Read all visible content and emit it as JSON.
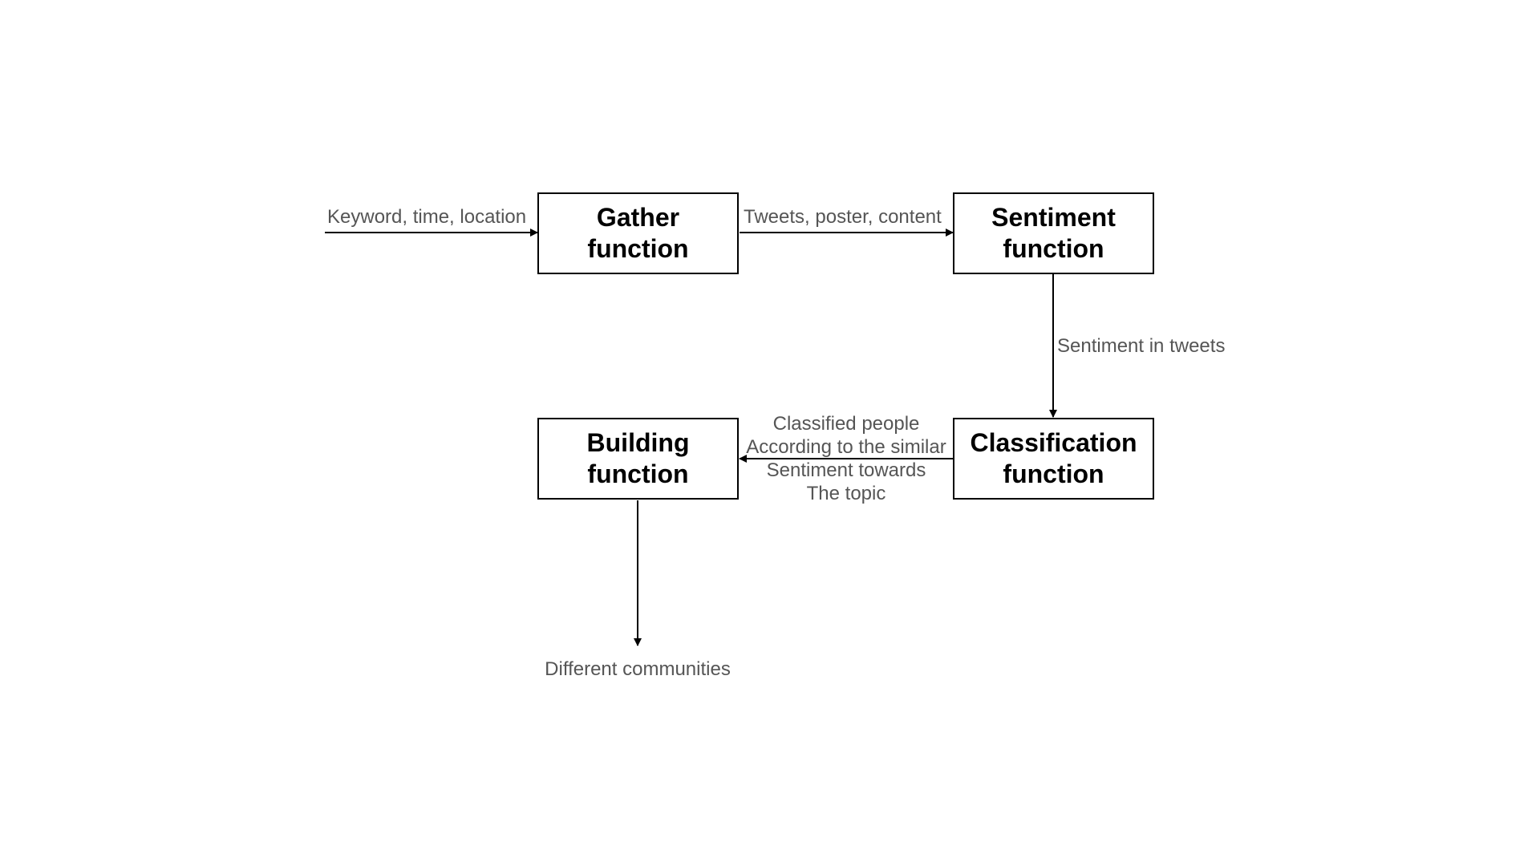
{
  "nodes": {
    "gather": "Gather function",
    "sentiment": "Sentiment function",
    "classification": "Classification function",
    "building": "Building function"
  },
  "edges": {
    "input_to_gather": "Keyword, time, location",
    "gather_to_sentiment": "Tweets, poster, content",
    "sentiment_to_classification": "Sentiment in tweets",
    "classification_to_building": [
      "Classified people",
      "According to the similar",
      "Sentiment towards",
      "The topic"
    ],
    "building_output": "Different communities"
  },
  "colors": {
    "node_border": "#000000",
    "node_text": "#000000",
    "edge_label_text": "#555555",
    "arrow": "#000000"
  }
}
